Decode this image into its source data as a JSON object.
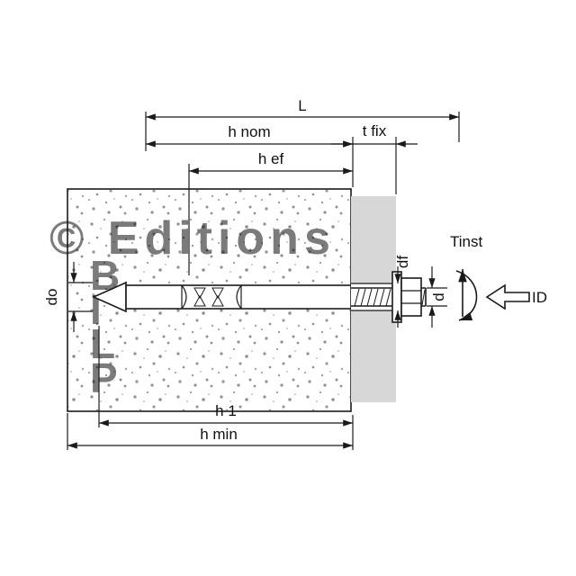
{
  "diagram": {
    "watermark": {
      "text1": "© Editions",
      "text2": "BILP"
    },
    "labels": {
      "L": "L",
      "hnom": "h nom",
      "tfix": "t fix",
      "hef": "h ef",
      "do": "do",
      "df": "df",
      "d": "d",
      "h1": "h 1",
      "hmin": "h min",
      "tinst": "Tinst",
      "id": "ID"
    },
    "colors": {
      "line": "#1a1a1a",
      "fixture": "#d7d7d7",
      "speckle": "#8f8f8f",
      "watermark": "#c3c3c3",
      "background": "#ffffff"
    }
  }
}
